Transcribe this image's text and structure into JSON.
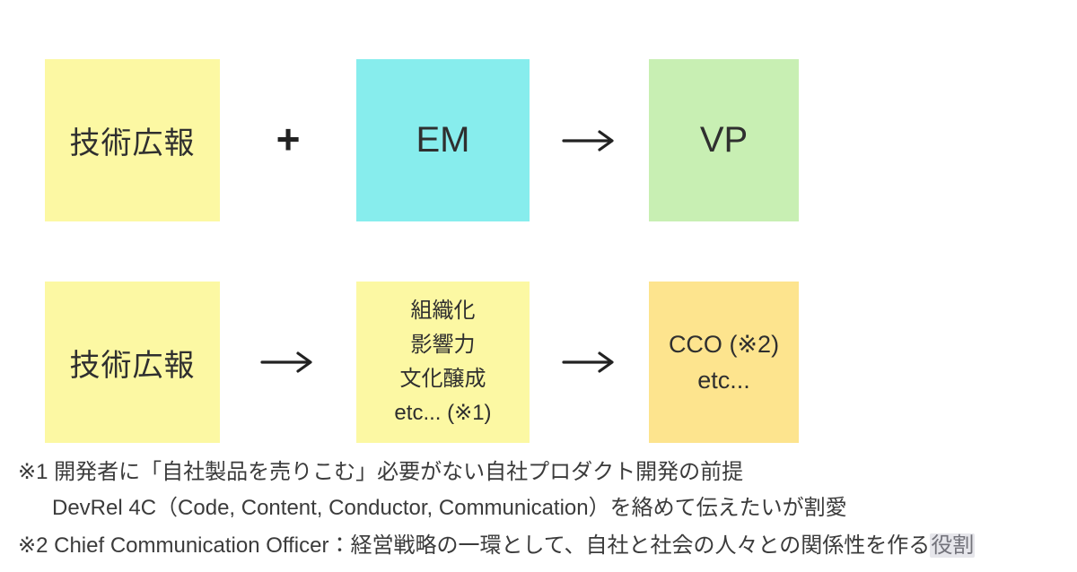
{
  "colors": {
    "yellow": "#fcf8a3",
    "cyan": "#87eded",
    "green": "#c8efb3",
    "orange": "#fde48e",
    "text": "#333333",
    "highlight_bg": "#e6e6eb",
    "highlight_text": "#73737b"
  },
  "diagram": {
    "row1": {
      "pr_box": {
        "label": "技術広報",
        "color": "#fcf8a3"
      },
      "plus": "+",
      "em_box": {
        "label": "EM",
        "color": "#87eded"
      },
      "vp_box": {
        "label": "VP",
        "color": "#c8efb3"
      }
    },
    "row2": {
      "pr_box": {
        "label": "技術広報",
        "color": "#fcf8a3"
      },
      "outcome_box": {
        "color": "#fcf8a3",
        "lines": [
          "組織化",
          "影響力",
          "文化醸成",
          "etc... (※1)"
        ]
      },
      "cco_box": {
        "color": "#fde48e",
        "lines": [
          "CCO (※2)",
          "etc..."
        ]
      }
    }
  },
  "notes": {
    "note1_line1": "※1 開発者に「自社製品を売りこむ」必要がない自社プロダクト開発の前提",
    "note1_line2": "DevRel 4C（Code, Content, Conductor, Communication）を絡めて伝えたいが割愛",
    "note2_prefix": "※2 Chief Communication Officer：経営戦略の一環として、自社と社会の人々との関係性を作る",
    "note2_highlight": "役割"
  }
}
